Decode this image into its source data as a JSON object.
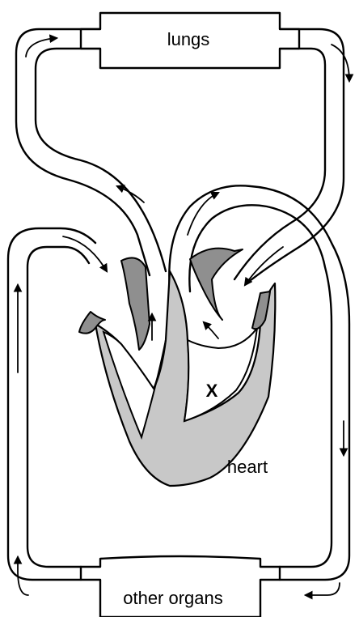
{
  "labels": {
    "lungs": "lungs",
    "other_organs": "other organs",
    "heart": "heart",
    "chamber": "X"
  }
}
